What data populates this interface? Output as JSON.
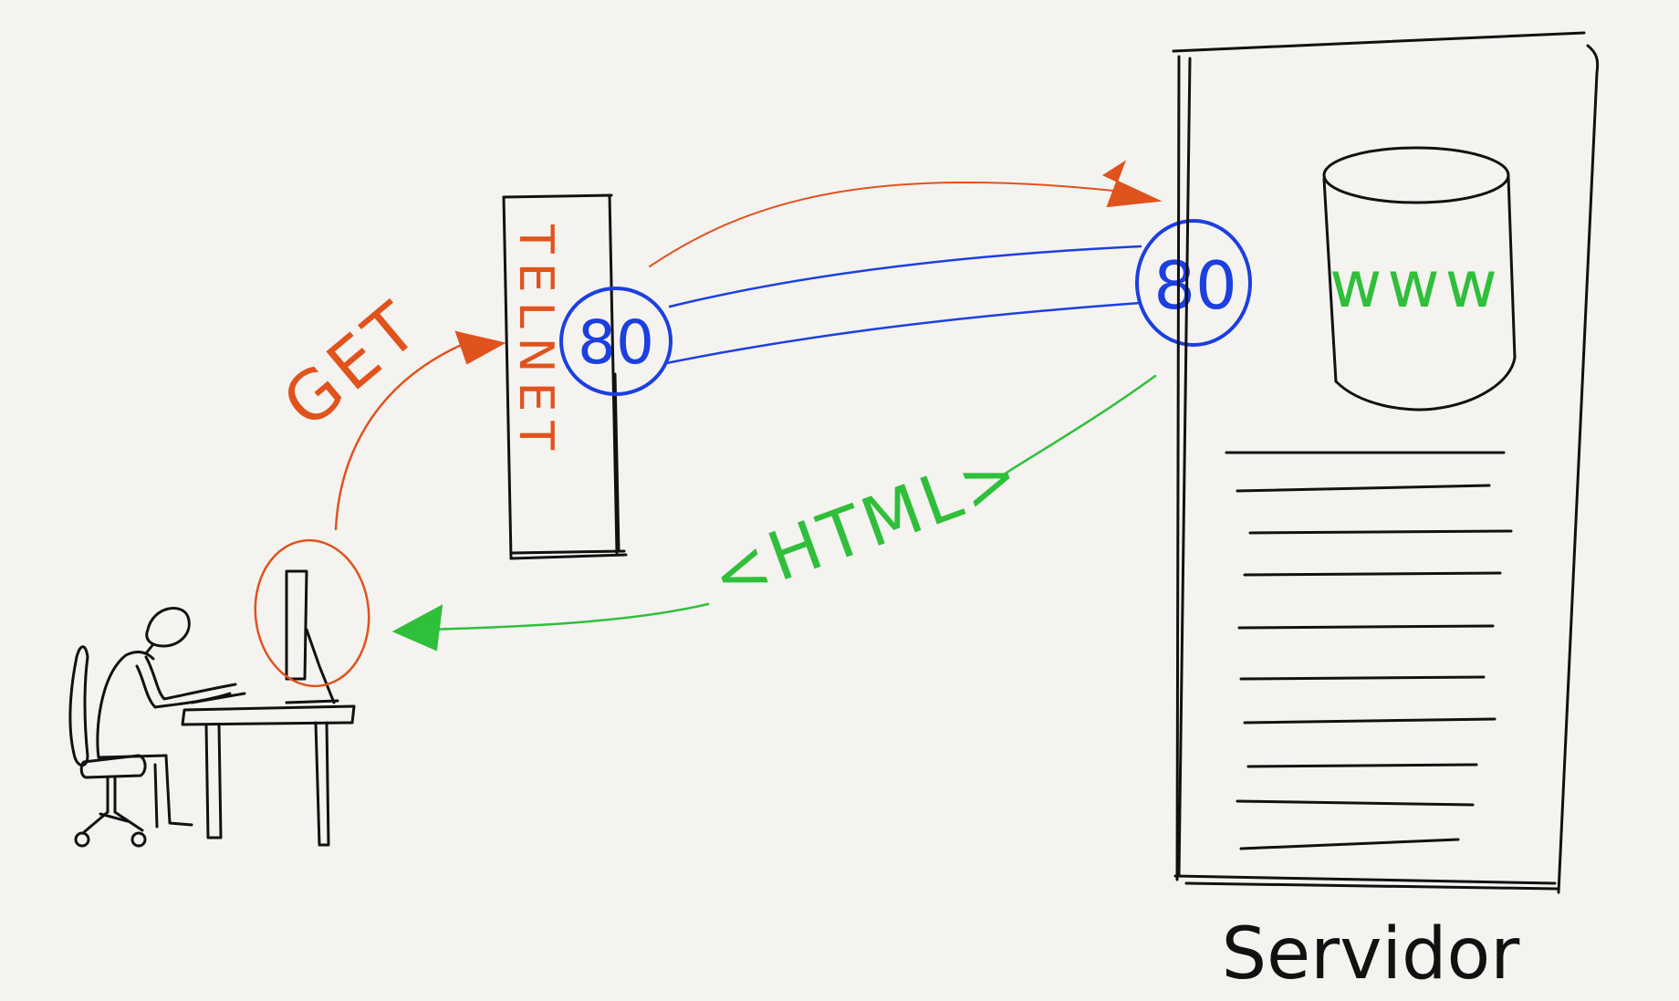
{
  "labels": {
    "get": "GET",
    "telnet": "TELNET",
    "client_port": "80",
    "server_port": "80",
    "html": "<HTML>",
    "www": "www",
    "server": "Servidor"
  },
  "colors": {
    "background": "#f4f3f0",
    "ink": "#111111",
    "request": "#e0531c",
    "port": "#1c3fe0",
    "response": "#2fbf3a"
  }
}
